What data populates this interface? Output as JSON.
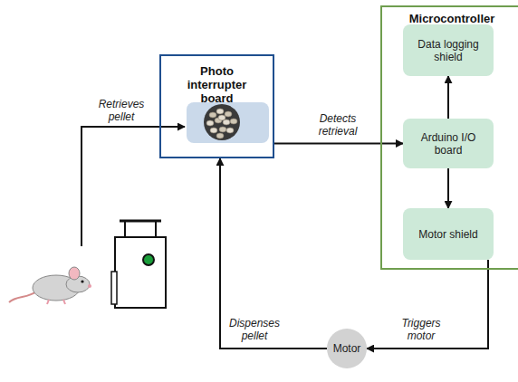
{
  "diagram": {
    "nodes": [
      {
        "text": [
          "Photo interrupter board"
        ]
      },
      {
        "text": [
          "Microcontroller"
        ]
      },
      {
        "text": [
          "Data logging shield"
        ],
        "in": 1
      },
      {
        "text": [
          "Arduino I/O board"
        ],
        "in": 1
      },
      {
        "text": [
          "Motor shield"
        ],
        "in": 1
      },
      {
        "text": [
          "Motor"
        ]
      }
    ],
    "edges": [
      {
        "from": 0,
        "to": 3,
        "label": "Detects retrieval",
        "arrow": "to"
      },
      {
        "from": 3,
        "to": 2,
        "arrow": "to"
      },
      {
        "from": 3,
        "to": 4,
        "arrow": "to"
      },
      {
        "from": 4,
        "to": 5,
        "label": "Triggers motor",
        "arrow": "to"
      },
      {
        "from": 5,
        "to": 0,
        "label": "Dispenses pellet",
        "arrow": "to"
      }
    ],
    "labels": [
      "Retrieves pellet"
    ]
  }
}
